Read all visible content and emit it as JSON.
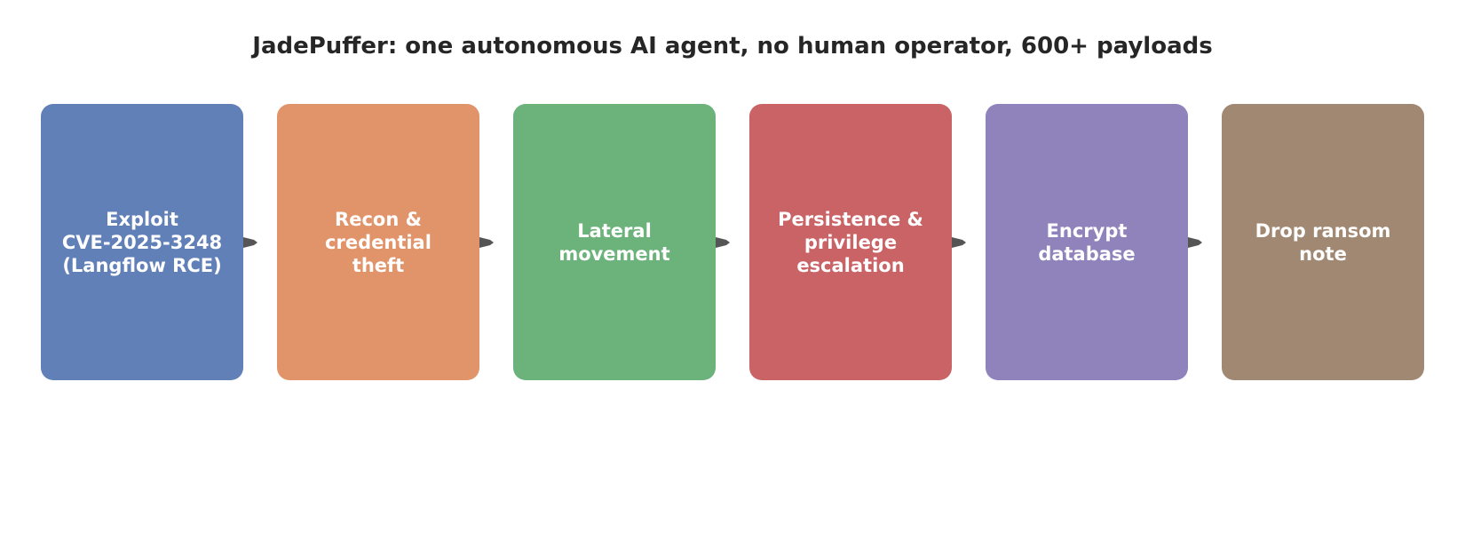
{
  "title": "JadePuffer: one autonomous AI agent, no human operator, 600+ payloads",
  "steps": [
    {
      "label": "Exploit\nCVE-2025-3248\n(Langflow RCE)",
      "color": "#6180b8"
    },
    {
      "label": "Recon &\ncredential\ntheft",
      "color": "#e19369"
    },
    {
      "label": "Lateral\nmovement",
      "color": "#6cb27b"
    },
    {
      "label": "Persistence &\nprivilege\nescalation",
      "color": "#c96366"
    },
    {
      "label": "Encrypt\ndatabase",
      "color": "#9082bb"
    },
    {
      "label": "Drop ransom\nnote",
      "color": "#a08872"
    }
  ],
  "colors": {
    "arrow": "#555555",
    "title": "#262626"
  }
}
